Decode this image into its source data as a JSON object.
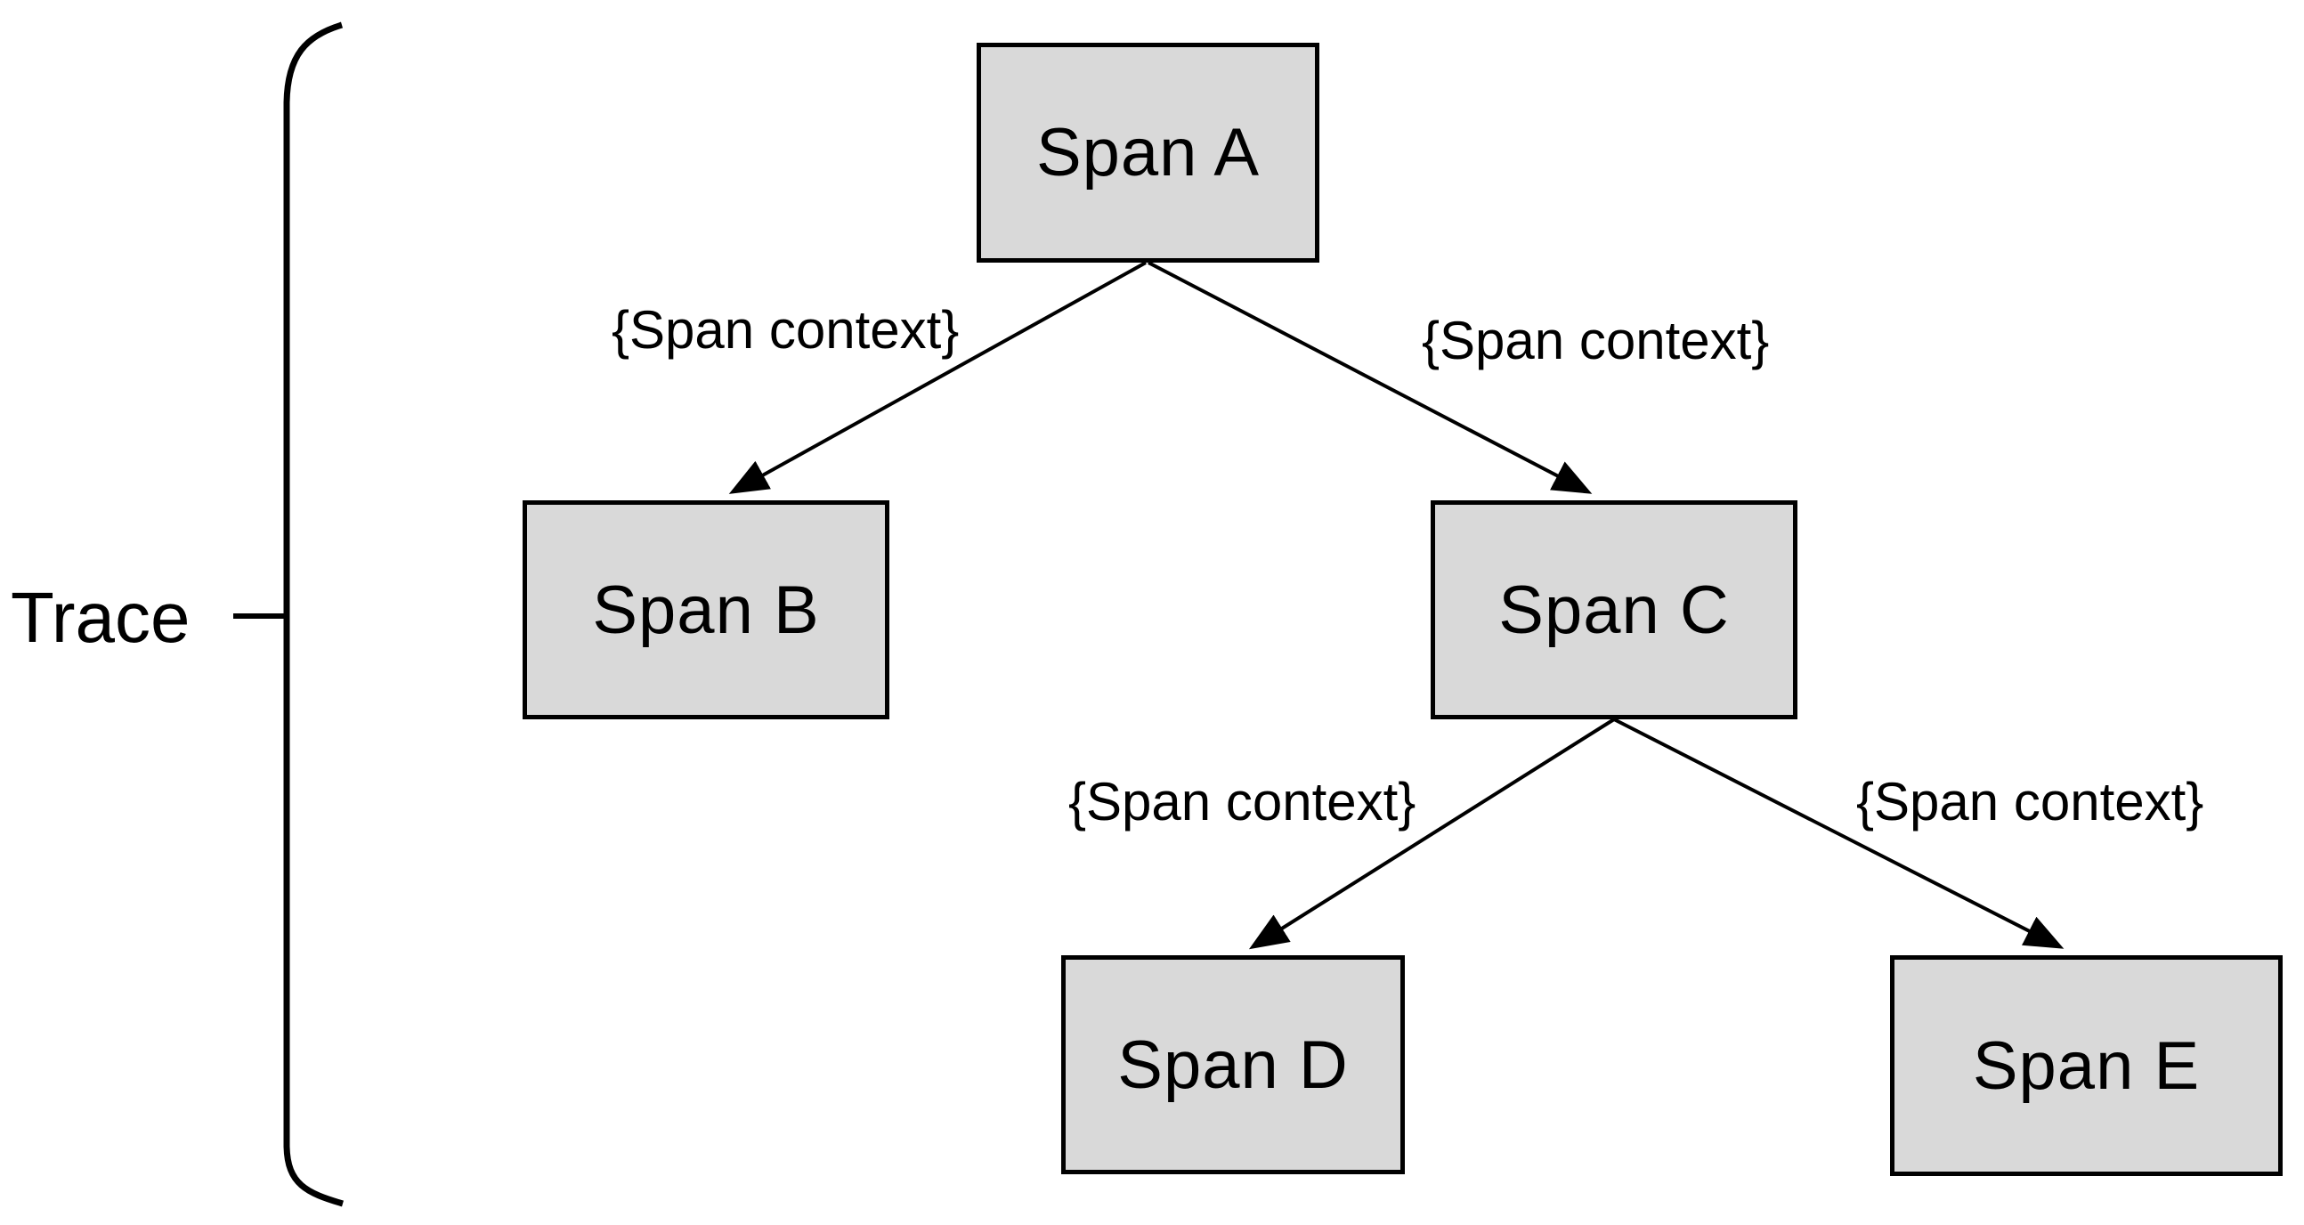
{
  "diagram": {
    "title_hint": "trace-spans-tree",
    "trace_label": "Trace",
    "nodes": [
      {
        "id": "span-a",
        "label": "Span A"
      },
      {
        "id": "span-b",
        "label": "Span B"
      },
      {
        "id": "span-c",
        "label": "Span C"
      },
      {
        "id": "span-d",
        "label": "Span D"
      },
      {
        "id": "span-e",
        "label": "Span E"
      }
    ],
    "edges": [
      {
        "from": "span-a",
        "to": "span-b",
        "label": "{Span context}"
      },
      {
        "from": "span-a",
        "to": "span-c",
        "label": "{Span context}"
      },
      {
        "from": "span-c",
        "to": "span-d",
        "label": "{Span context}"
      },
      {
        "from": "span-c",
        "to": "span-e",
        "label": "{Span context}"
      }
    ],
    "colors": {
      "background": "#ffffff",
      "node_fill": "#d9d9d9",
      "node_border": "#000000",
      "line": "#000000",
      "text": "#000000"
    }
  }
}
